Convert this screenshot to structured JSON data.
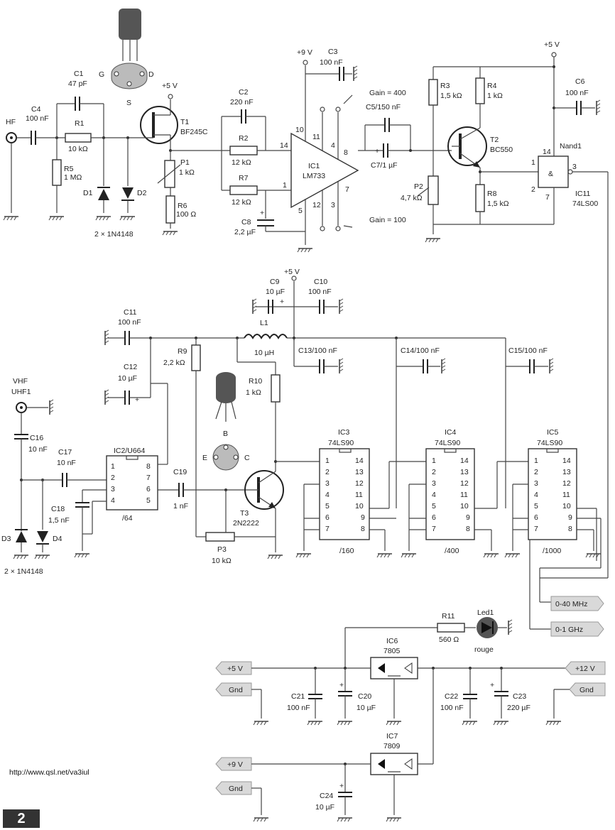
{
  "page_number": "2",
  "url": "http://www.qsl.net/va3iul",
  "connectors": {
    "hf": "HF",
    "vhf_line1": "VHF",
    "vhf_line2": "UHF1",
    "out_40mhz": "0-40 MHz",
    "out_1ghz": "0-1 GHz",
    "p5v": "+5 V",
    "gnd1": "Gnd",
    "p12v": "+12 V",
    "gnd2": "Gnd",
    "p9v": "+9 V",
    "gnd3": "Gnd"
  },
  "supplies": {
    "s1": "+5 V",
    "s2": "+9 V",
    "s3": "+5 V",
    "s4": "+5 V"
  },
  "transistors": {
    "t1": "T1",
    "t1_type": "BF245C",
    "t2": "T2",
    "t2_type": "BC550",
    "t3": "T3",
    "t3_type": "2N2222"
  },
  "pinout_labels": {
    "g": "G",
    "s": "S",
    "d": "D",
    "b": "B",
    "e": "E",
    "c": "C"
  },
  "ics": {
    "ic1": "IC1",
    "ic1_type": "LM733",
    "ic1_pins": [
      "10",
      "11",
      "4",
      "14",
      "8",
      "1",
      "7",
      "5",
      "12",
      "3"
    ],
    "gain_400": "Gain = 400",
    "gain_100": "Gain = 100",
    "nand": "Nand1",
    "nand_symbol": "&",
    "ic11": "IC11",
    "ic11_type": "74LS00",
    "nand_pins": [
      "14",
      "1",
      "2",
      "3",
      "7"
    ],
    "ic2": "IC2/U664",
    "ic2_div": "/64",
    "ic2_pins_left": [
      "1",
      "2",
      "3",
      "4"
    ],
    "ic2_pins_right": [
      "8",
      "7",
      "6",
      "5"
    ],
    "ic3": "IC3",
    "ic3_type": "74LS90",
    "ic3_div": "/160",
    "ic4": "IC4",
    "ic4_type": "74LS90",
    "ic4_div": "/400",
    "ic5": "IC5",
    "ic5_type": "74LS90",
    "ic5_div": "/1000",
    "ls90_pins_left": [
      "1",
      "2",
      "3",
      "4",
      "5",
      "6",
      "7"
    ],
    "ls90_pins_right": [
      "14",
      "13",
      "12",
      "11",
      "10",
      "9",
      "8"
    ],
    "ic6": "IC6",
    "ic6_type": "7805",
    "ic7": "IC7",
    "ic7_type": "7809"
  },
  "components": {
    "c1": "C1",
    "c1v": "47 pF",
    "c4": "C4",
    "c4v": "100 nF",
    "r1": "R1",
    "r1v": "10 kΩ",
    "r5": "R5",
    "r5v": "1 MΩ",
    "d1": "D1",
    "d2": "D2",
    "diodes1": "2 × 1N4148",
    "p1": "P1",
    "p1v": "1 kΩ",
    "r6": "R6",
    "r6v": "100 Ω",
    "c2": "C2",
    "c2v": "220 nF",
    "r2": "R2",
    "r2v": "12 kΩ",
    "r7": "R7",
    "r7v": "12 kΩ",
    "c8": "C8",
    "c8v": "2,2 µF",
    "c3": "C3",
    "c3v": "100 nF",
    "c5": "C5/150 nF",
    "c7": "C7/1 µF",
    "p2": "P2",
    "p2v": "4,7 kΩ",
    "r3": "R3",
    "r3v": "1,5 kΩ",
    "r4": "R4",
    "r4v": "1 kΩ",
    "r8": "R8",
    "r8v": "1,5 kΩ",
    "c6": "C6",
    "c6v": "100 nF",
    "c9": "C9",
    "c9v": "10 µF",
    "c10": "C10",
    "c10v": "100 nF",
    "c11": "C11",
    "c11v": "100 nF",
    "l1": "L1",
    "l1v": "10 µH",
    "r9": "R9",
    "r9v": "2,2 kΩ",
    "c12": "C12",
    "c12v": "10 µF",
    "r10": "R10",
    "r10v": "1 kΩ",
    "c13": "C13/100 nF",
    "c14": "C14/100 nF",
    "c15": "C15/100 nF",
    "c16": "C16",
    "c16v": "10 nF",
    "c17": "C17",
    "c17v": "10 nF",
    "c18": "C18",
    "c18v": "1,5 nF",
    "c19": "C19",
    "c19v": "1 nF",
    "d3": "D3",
    "d4": "D4",
    "diodes2": "2 × 1N4148",
    "p3": "P3",
    "p3v": "10 kΩ",
    "r11": "R11",
    "r11v": "560 Ω",
    "led": "Led1",
    "ledv": "rouge",
    "c21": "C21",
    "c21v": "100 nF",
    "c20": "C20",
    "c20v": "10 µF",
    "c22": "C22",
    "c22v": "100 nF",
    "c23": "C23",
    "c23v": "220 µF",
    "c24": "C24",
    "c24v": "10 µF",
    "plus": "+"
  }
}
